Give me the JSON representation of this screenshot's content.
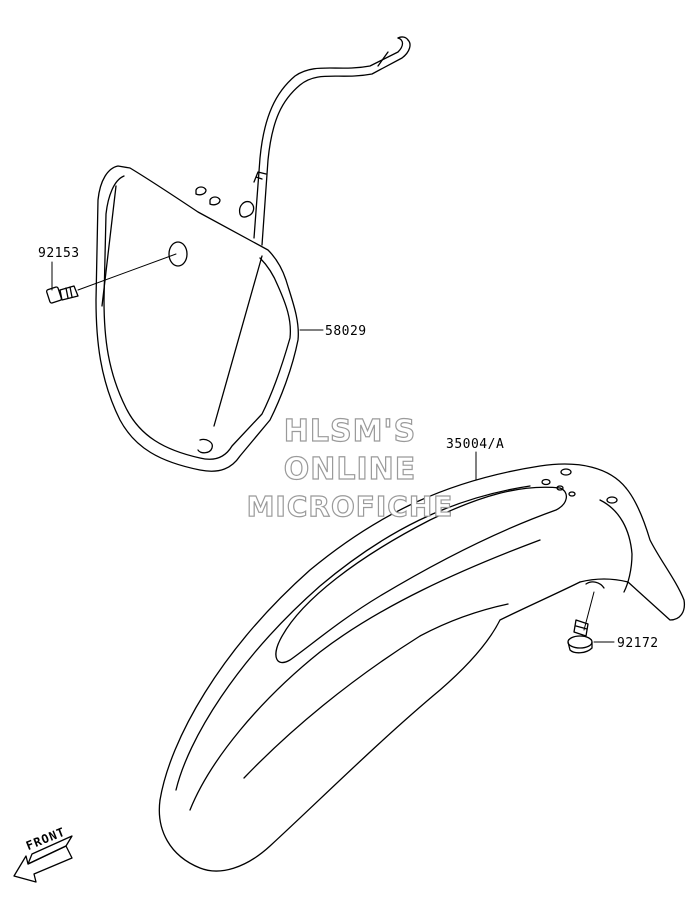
{
  "labels": {
    "p92153": "92153",
    "p58029": "58029",
    "p35004": "35004/A",
    "p92172": "92172"
  },
  "watermark": {
    "line1": "HLSM'S",
    "line2": "ONLINE",
    "line3": "MICROFICHE"
  },
  "front_marker": "FRONT",
  "colors": {
    "line": "#000000",
    "watermark_stroke": "#9a9a9a"
  }
}
